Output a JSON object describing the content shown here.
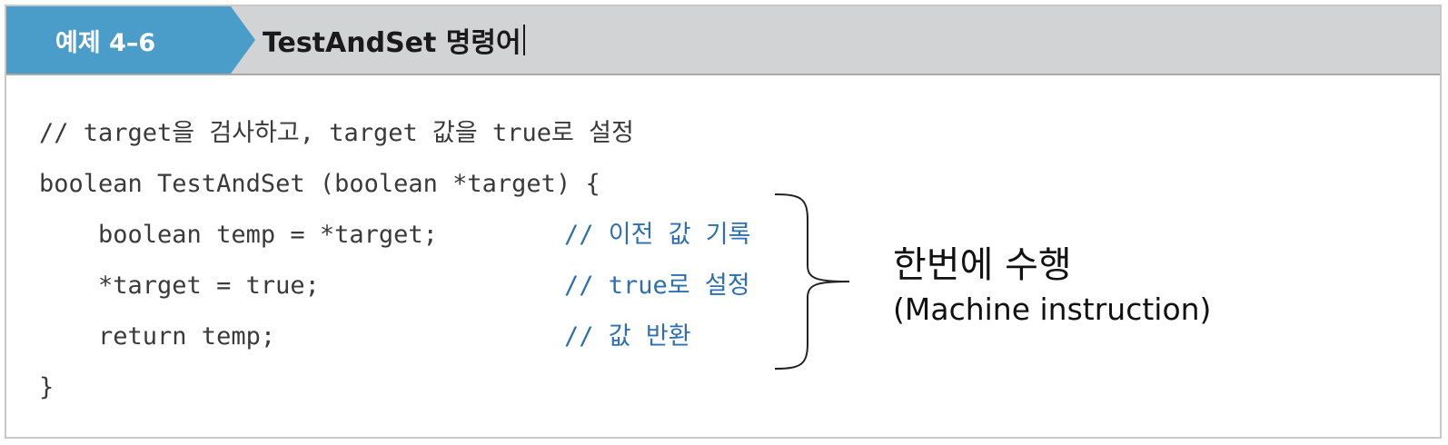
{
  "header": {
    "badge": "예제 4–6",
    "title": "TestAndSet 명령어"
  },
  "code": {
    "lines": [
      "// target을 검사하고, target 값을 true로 설정",
      "boolean TestAndSet (boolean *target) {",
      "    boolean temp = *target;",
      "    *target = true;",
      "    return temp;",
      "}"
    ],
    "comments": [
      "// 이전 값 기록",
      "// true로 설정",
      "// 값 반환"
    ]
  },
  "annotation": {
    "main": "한번에 수행",
    "sub": "(Machine instruction)"
  },
  "colors": {
    "badge": "#4a9dc9",
    "header": "#d2d3d5",
    "comment": "#2f6fb0"
  }
}
